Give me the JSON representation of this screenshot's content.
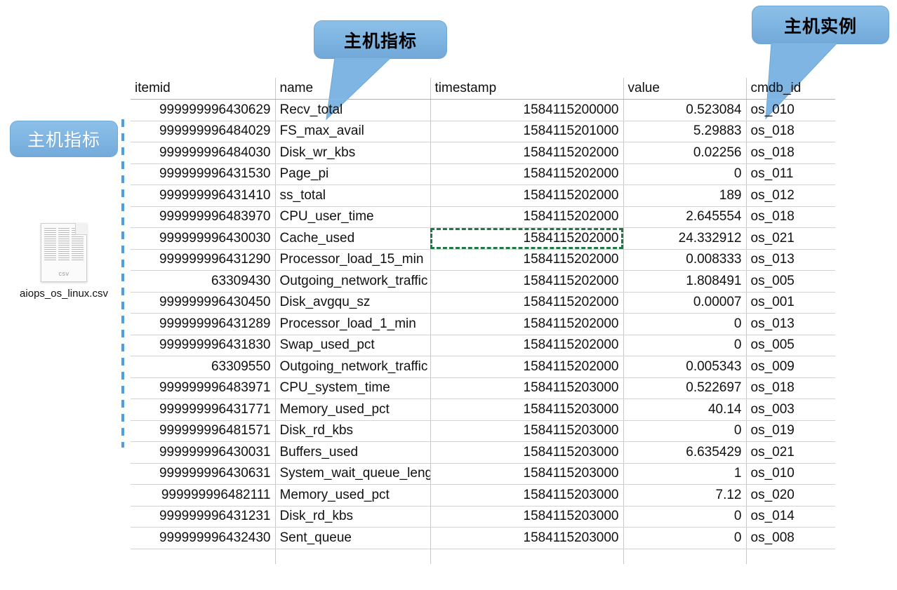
{
  "callouts": {
    "metric_top": "主机指标",
    "instance_top": "主机实例"
  },
  "sidebar": {
    "badge_label": "主机指标",
    "file_name": "aiops_os_linux.csv",
    "file_type_tag": "csv"
  },
  "table": {
    "columns": [
      "itemid",
      "name",
      "timestamp",
      "value",
      "cmdb_id"
    ],
    "rows": [
      {
        "itemid": "999999996430629",
        "name": "Recv_total",
        "timestamp": "1584115200000",
        "value": "0.523084",
        "cmdb_id": "os_010"
      },
      {
        "itemid": "999999996484029",
        "name": "FS_max_avail",
        "timestamp": "1584115201000",
        "value": "5.29883",
        "cmdb_id": "os_018"
      },
      {
        "itemid": "999999996484030",
        "name": "Disk_wr_kbs",
        "timestamp": "1584115202000",
        "value": "0.02256",
        "cmdb_id": "os_018"
      },
      {
        "itemid": "999999996431530",
        "name": "Page_pi",
        "timestamp": "1584115202000",
        "value": "0",
        "cmdb_id": "os_011"
      },
      {
        "itemid": "999999996431410",
        "name": "ss_total",
        "timestamp": "1584115202000",
        "value": "189",
        "cmdb_id": "os_012"
      },
      {
        "itemid": "999999996483970",
        "name": "CPU_user_time",
        "timestamp": "1584115202000",
        "value": "2.645554",
        "cmdb_id": "os_018"
      },
      {
        "itemid": "999999996430030",
        "name": "Cache_used",
        "timestamp": "1584115202000",
        "value": "24.332912",
        "cmdb_id": "os_021"
      },
      {
        "itemid": "999999996431290",
        "name": "Processor_load_15_min",
        "timestamp": "1584115202000",
        "value": "0.008333",
        "cmdb_id": "os_013"
      },
      {
        "itemid": "63309430",
        "name": "Outgoing_network_traffic",
        "timestamp": "1584115202000",
        "value": "1.808491",
        "cmdb_id": "os_005"
      },
      {
        "itemid": "999999996430450",
        "name": "Disk_avgqu_sz",
        "timestamp": "1584115202000",
        "value": "0.00007",
        "cmdb_id": "os_001"
      },
      {
        "itemid": "999999996431289",
        "name": "Processor_load_1_min",
        "timestamp": "1584115202000",
        "value": "0",
        "cmdb_id": "os_013"
      },
      {
        "itemid": "999999996431830",
        "name": "Swap_used_pct",
        "timestamp": "1584115202000",
        "value": "0",
        "cmdb_id": "os_005"
      },
      {
        "itemid": "63309550",
        "name": "Outgoing_network_traffic",
        "timestamp": "1584115202000",
        "value": "0.005343",
        "cmdb_id": "os_009"
      },
      {
        "itemid": "999999996483971",
        "name": "CPU_system_time",
        "timestamp": "1584115203000",
        "value": "0.522697",
        "cmdb_id": "os_018"
      },
      {
        "itemid": "999999996431771",
        "name": "Memory_used_pct",
        "timestamp": "1584115203000",
        "value": "40.14",
        "cmdb_id": "os_003"
      },
      {
        "itemid": "999999996481571",
        "name": "Disk_rd_kbs",
        "timestamp": "1584115203000",
        "value": "0",
        "cmdb_id": "os_019"
      },
      {
        "itemid": "999999996430031",
        "name": "Buffers_used",
        "timestamp": "1584115203000",
        "value": "6.635429",
        "cmdb_id": "os_021"
      },
      {
        "itemid": "999999996430631",
        "name": "System_wait_queue_length",
        "timestamp": "1584115203000",
        "value": "1",
        "cmdb_id": "os_010"
      },
      {
        "itemid": "999999996482111",
        "name": "Memory_used_pct",
        "timestamp": "1584115203000",
        "value": "7.12",
        "cmdb_id": "os_020"
      },
      {
        "itemid": "999999996431231",
        "name": "Disk_rd_kbs",
        "timestamp": "1584115203000",
        "value": "0",
        "cmdb_id": "os_014"
      },
      {
        "itemid": "999999996432430",
        "name": "Sent_queue",
        "timestamp": "1584115203000",
        "value": "0",
        "cmdb_id": "os_008"
      }
    ]
  },
  "selection": {
    "row_index": 6,
    "column": "timestamp",
    "value": "1584115202000",
    "color": "#1e7a45"
  },
  "colors": {
    "callout_blue": "#7fb5e2",
    "dash_blue": "#4f9fe0",
    "selection_green": "#1e7a45",
    "grid_line": "#d3d3d3"
  }
}
